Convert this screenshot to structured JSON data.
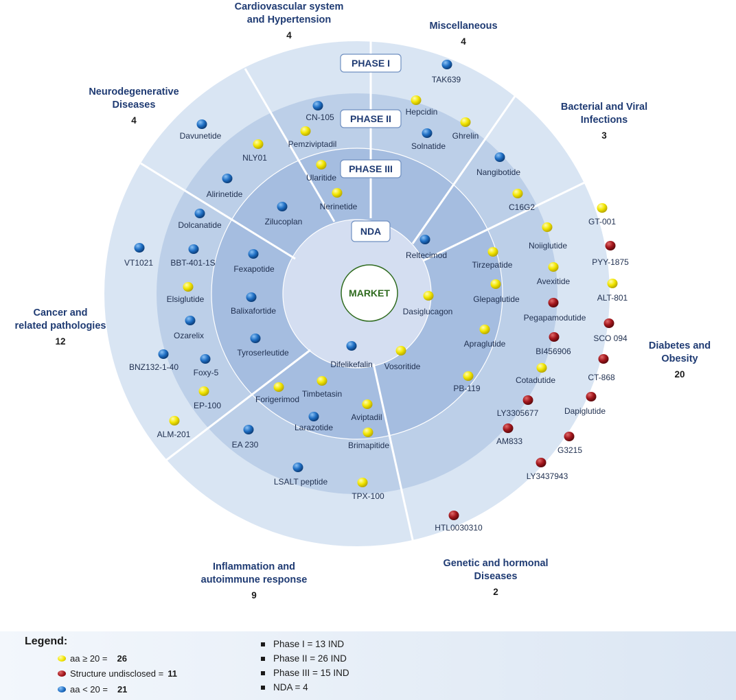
{
  "center": {
    "label": "MARKET"
  },
  "phase_labels": {
    "phase1": "PHASE I",
    "phase2": "PHASE II",
    "phase3": "PHASE III",
    "nda": "NDA"
  },
  "categories": [
    {
      "name": [
        "Cardiovascular system",
        "and Hypertension"
      ],
      "count": "4"
    },
    {
      "name": [
        "Miscellaneous"
      ],
      "count": "4"
    },
    {
      "name": [
        "Bacterial and Viral",
        "Infections"
      ],
      "count": "3"
    },
    {
      "name": [
        "Diabetes and",
        "Obesity"
      ],
      "count": "20"
    },
    {
      "name": [
        "Genetic and hormonal",
        "Diseases"
      ],
      "count": "2"
    },
    {
      "name": [
        "Inflammation and",
        "autoimmune response"
      ],
      "count": "9"
    },
    {
      "name": [
        "Cancer and",
        "related pathologies"
      ],
      "count": "12"
    },
    {
      "name": [
        "Neurodegenerative",
        "Diseases"
      ],
      "count": "4"
    }
  ],
  "drugs": [
    {
      "name": "TAK639",
      "type": "blue"
    },
    {
      "name": "Hepcidin",
      "type": "yellow"
    },
    {
      "name": "Ghrelin",
      "type": "yellow"
    },
    {
      "name": "Solnatide",
      "type": "blue"
    },
    {
      "name": "CN-105",
      "type": "blue"
    },
    {
      "name": "Pemziviptadil",
      "type": "yellow"
    },
    {
      "name": "Ularitide",
      "type": "yellow"
    },
    {
      "name": "Nerinetide",
      "type": "yellow"
    },
    {
      "name": "Nangibotide",
      "type": "blue"
    },
    {
      "name": "C16G2",
      "type": "yellow"
    },
    {
      "name": "Reltecimod",
      "type": "blue"
    },
    {
      "name": "GT-001",
      "type": "yellow"
    },
    {
      "name": "PYY-1875",
      "type": "red"
    },
    {
      "name": "ALT-801",
      "type": "yellow"
    },
    {
      "name": "SCO 094",
      "type": "red"
    },
    {
      "name": "CT-868",
      "type": "red"
    },
    {
      "name": "Dapiglutide",
      "type": "red"
    },
    {
      "name": "G3215",
      "type": "red"
    },
    {
      "name": "LY3437943",
      "type": "red"
    },
    {
      "name": "Noiiglutide",
      "type": "yellow"
    },
    {
      "name": "Avexitide",
      "type": "yellow"
    },
    {
      "name": "Pegapamodutide",
      "type": "red"
    },
    {
      "name": "BI456906",
      "type": "red"
    },
    {
      "name": "Cotadutide",
      "type": "yellow"
    },
    {
      "name": "LY3305677",
      "type": "red"
    },
    {
      "name": "AM833",
      "type": "red"
    },
    {
      "name": "Tirzepatide",
      "type": "yellow"
    },
    {
      "name": "Glepaglutide",
      "type": "yellow"
    },
    {
      "name": "Apraglutide",
      "type": "yellow"
    },
    {
      "name": "PB-119",
      "type": "yellow"
    },
    {
      "name": "Dasiglucagon",
      "type": "yellow"
    },
    {
      "name": "Vosoritide",
      "type": "yellow"
    },
    {
      "name": "HTL0030310",
      "type": "red"
    },
    {
      "name": "Difelikefalin",
      "type": "blue"
    },
    {
      "name": "Timbetasin",
      "type": "yellow"
    },
    {
      "name": "Forigerimod",
      "type": "yellow"
    },
    {
      "name": "Aviptadil",
      "type": "yellow"
    },
    {
      "name": "Larazotide",
      "type": "blue"
    },
    {
      "name": "Brimapitide",
      "type": "yellow"
    },
    {
      "name": "EA 230",
      "type": "blue"
    },
    {
      "name": "LSALT peptide",
      "type": "blue"
    },
    {
      "name": "TPX-100",
      "type": "yellow"
    },
    {
      "name": "VT1021",
      "type": "blue"
    },
    {
      "name": "ALM-201",
      "type": "yellow"
    },
    {
      "name": "Dolcanatide",
      "type": "blue"
    },
    {
      "name": "BBT-401-1S",
      "type": "blue"
    },
    {
      "name": "Elsiglutide",
      "type": "yellow"
    },
    {
      "name": "Ozarelix",
      "type": "blue"
    },
    {
      "name": "BNZ132-1-40",
      "type": "blue"
    },
    {
      "name": "Foxy-5",
      "type": "blue"
    },
    {
      "name": "EP-100",
      "type": "yellow"
    },
    {
      "name": "Fexapotide",
      "type": "blue"
    },
    {
      "name": "Balixafortide",
      "type": "blue"
    },
    {
      "name": "Tyroserleutide",
      "type": "blue"
    },
    {
      "name": "Davunetide",
      "type": "blue"
    },
    {
      "name": "NLY01",
      "type": "yellow"
    },
    {
      "name": "Alirinetide",
      "type": "blue"
    },
    {
      "name": "Zilucoplan",
      "type": "blue"
    }
  ],
  "colors": {
    "yellow": "#f2e600",
    "red": "#a3161c",
    "blue": "#1f6fc4",
    "text_dark_blue": "#1f3b73"
  },
  "legend": {
    "title": "Legend:",
    "items": [
      {
        "type": "yellow",
        "label": "aa ≥ 20 =",
        "value": "26"
      },
      {
        "type": "red",
        "label": "Structure undisclosed =",
        "value": "11"
      },
      {
        "type": "blue",
        "label": "aa < 20 =",
        "value": "21"
      }
    ],
    "phases": [
      "Phase I = 13 IND",
      "Phase II = 26 IND",
      "Phase III = 15 IND",
      "NDA = 4"
    ]
  }
}
